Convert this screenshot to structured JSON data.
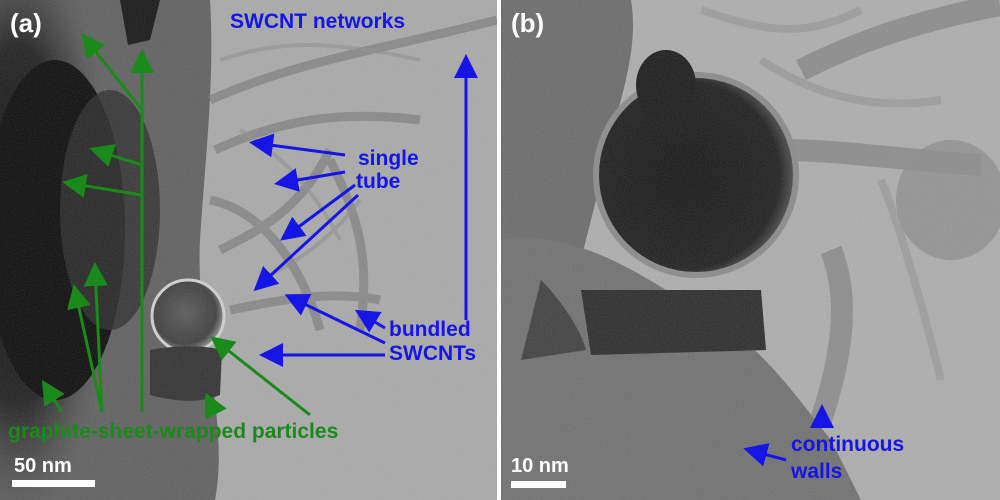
{
  "panel_a": {
    "label": "(a)",
    "labels": {
      "networks": "SWCNT networks",
      "single_tube_1": "single",
      "single_tube_2": "tube",
      "bundled_1": "bundled",
      "bundled_2": "SWCNTs",
      "particles": "graphite-sheet-wrapped particles"
    },
    "scale_bar": "50 nm"
  },
  "panel_b": {
    "label": "(b)",
    "labels": {
      "continuous_1": "continuous",
      "continuous_2": "walls"
    },
    "scale_bar": "10 nm"
  },
  "colors": {
    "annotation_blue": "#1515e6",
    "annotation_green": "#1a8a1a",
    "label_white": "#ffffff"
  }
}
